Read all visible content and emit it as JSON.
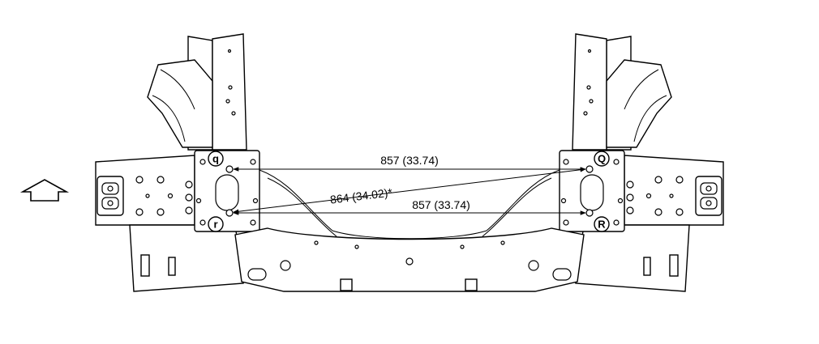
{
  "dimensions": {
    "top": "857 (33.74)",
    "diagonal": "864 (34.02)*",
    "bottom": "857 (33.74)"
  },
  "points": {
    "q": "q",
    "r": "r",
    "Q": "Q",
    "R": "R"
  },
  "icons": {
    "direction": "front-direction-arrow-icon"
  }
}
